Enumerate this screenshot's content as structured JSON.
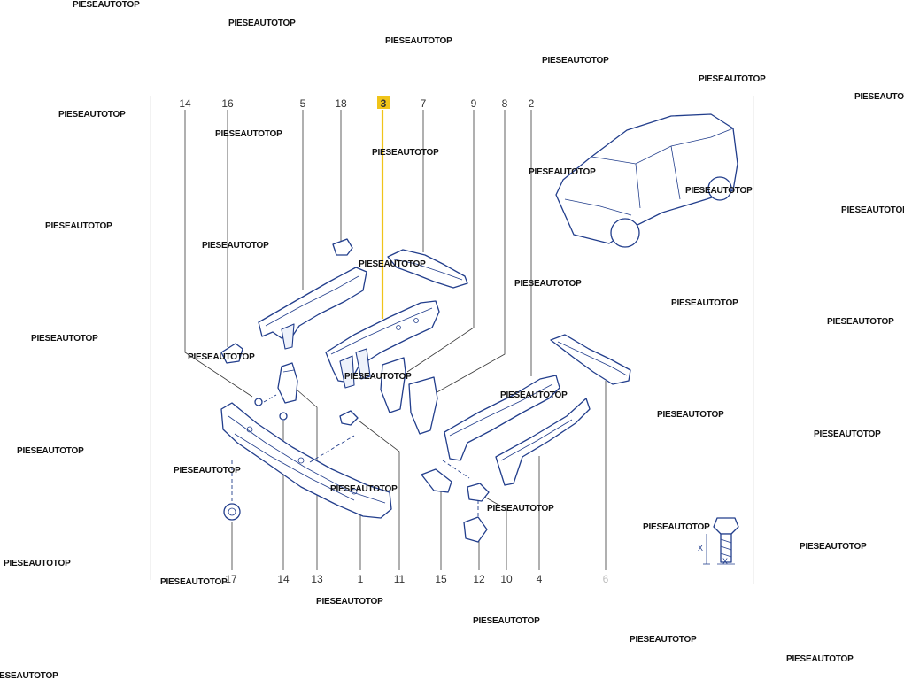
{
  "diagram": {
    "highlighted_part": "3",
    "callouts_top": [
      "14",
      "16",
      "5",
      "18",
      "3",
      "7",
      "9",
      "8",
      "2"
    ],
    "callouts_bottom": [
      "17",
      "14",
      "13",
      "1",
      "11",
      "15",
      "12",
      "10",
      "4",
      "6"
    ],
    "watermark": "PIESEAUTOTOP",
    "bolt_dimension_label": "X",
    "colors": {
      "line_art": "#223e8c",
      "highlight": "#f0c419",
      "leader": "#3a3a3a",
      "muted_label": "#bdbdbd"
    },
    "icons": [
      "car-location-icon",
      "bolt-dimension-icon"
    ]
  }
}
